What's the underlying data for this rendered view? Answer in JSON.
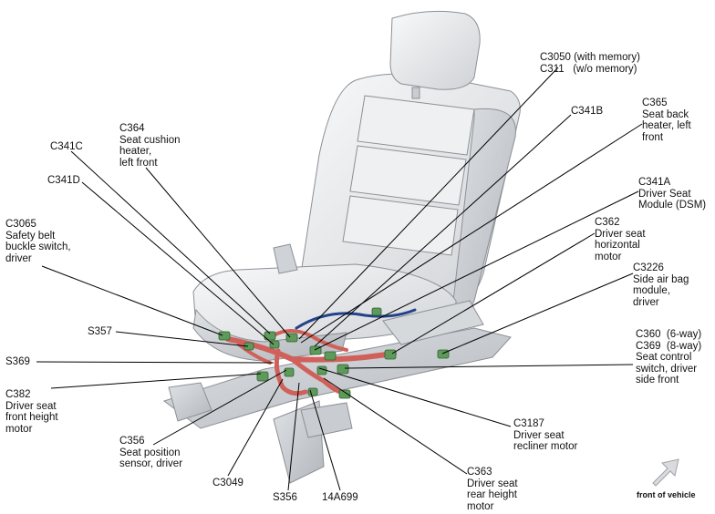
{
  "labels": {
    "c3050": "C3050 (with memory)",
    "c311": "C311   (w/o memory)",
    "c341b": "C341B",
    "c365": "C365\nSeat back\nheater, left\nfront",
    "c341a": "C341A\nDriver Seat\nModule (DSM)",
    "c362": "C362\nDriver seat\nhorizontal\nmotor",
    "c3226": "C3226\nSide air bag\nmodule,\ndriver",
    "c360": "C360  (6-way)\nC369  (8-way)\nSeat control\nswitch, driver\nside front",
    "c3187": "C3187\nDriver seat\nrecliner motor",
    "c363": "C363\nDriver seat\nrear height\nmotor",
    "a14a699": "14A699",
    "s356": "S356",
    "c3049": "C3049",
    "c356": "C356\nSeat position\nsensor, driver",
    "c382": "C382\nDriver seat\nfront height\nmotor",
    "s369": "S369",
    "s357": "S357",
    "c3065": "C3065\nSafety belt\nbuckle switch,\ndriver",
    "c341d": "C341D",
    "c341c": "C341C",
    "c364": "C364\nSeat cushion\nheater,\nleft front"
  },
  "front_of_vehicle": "front of vehicle",
  "colors": {
    "seat_fill": "#e6e8ea",
    "seat_stroke": "#8c9095",
    "harness_red": "#d0605a",
    "harness_blue": "#23428a",
    "connector_green": "#5e9a5a",
    "leader": "#000000"
  }
}
